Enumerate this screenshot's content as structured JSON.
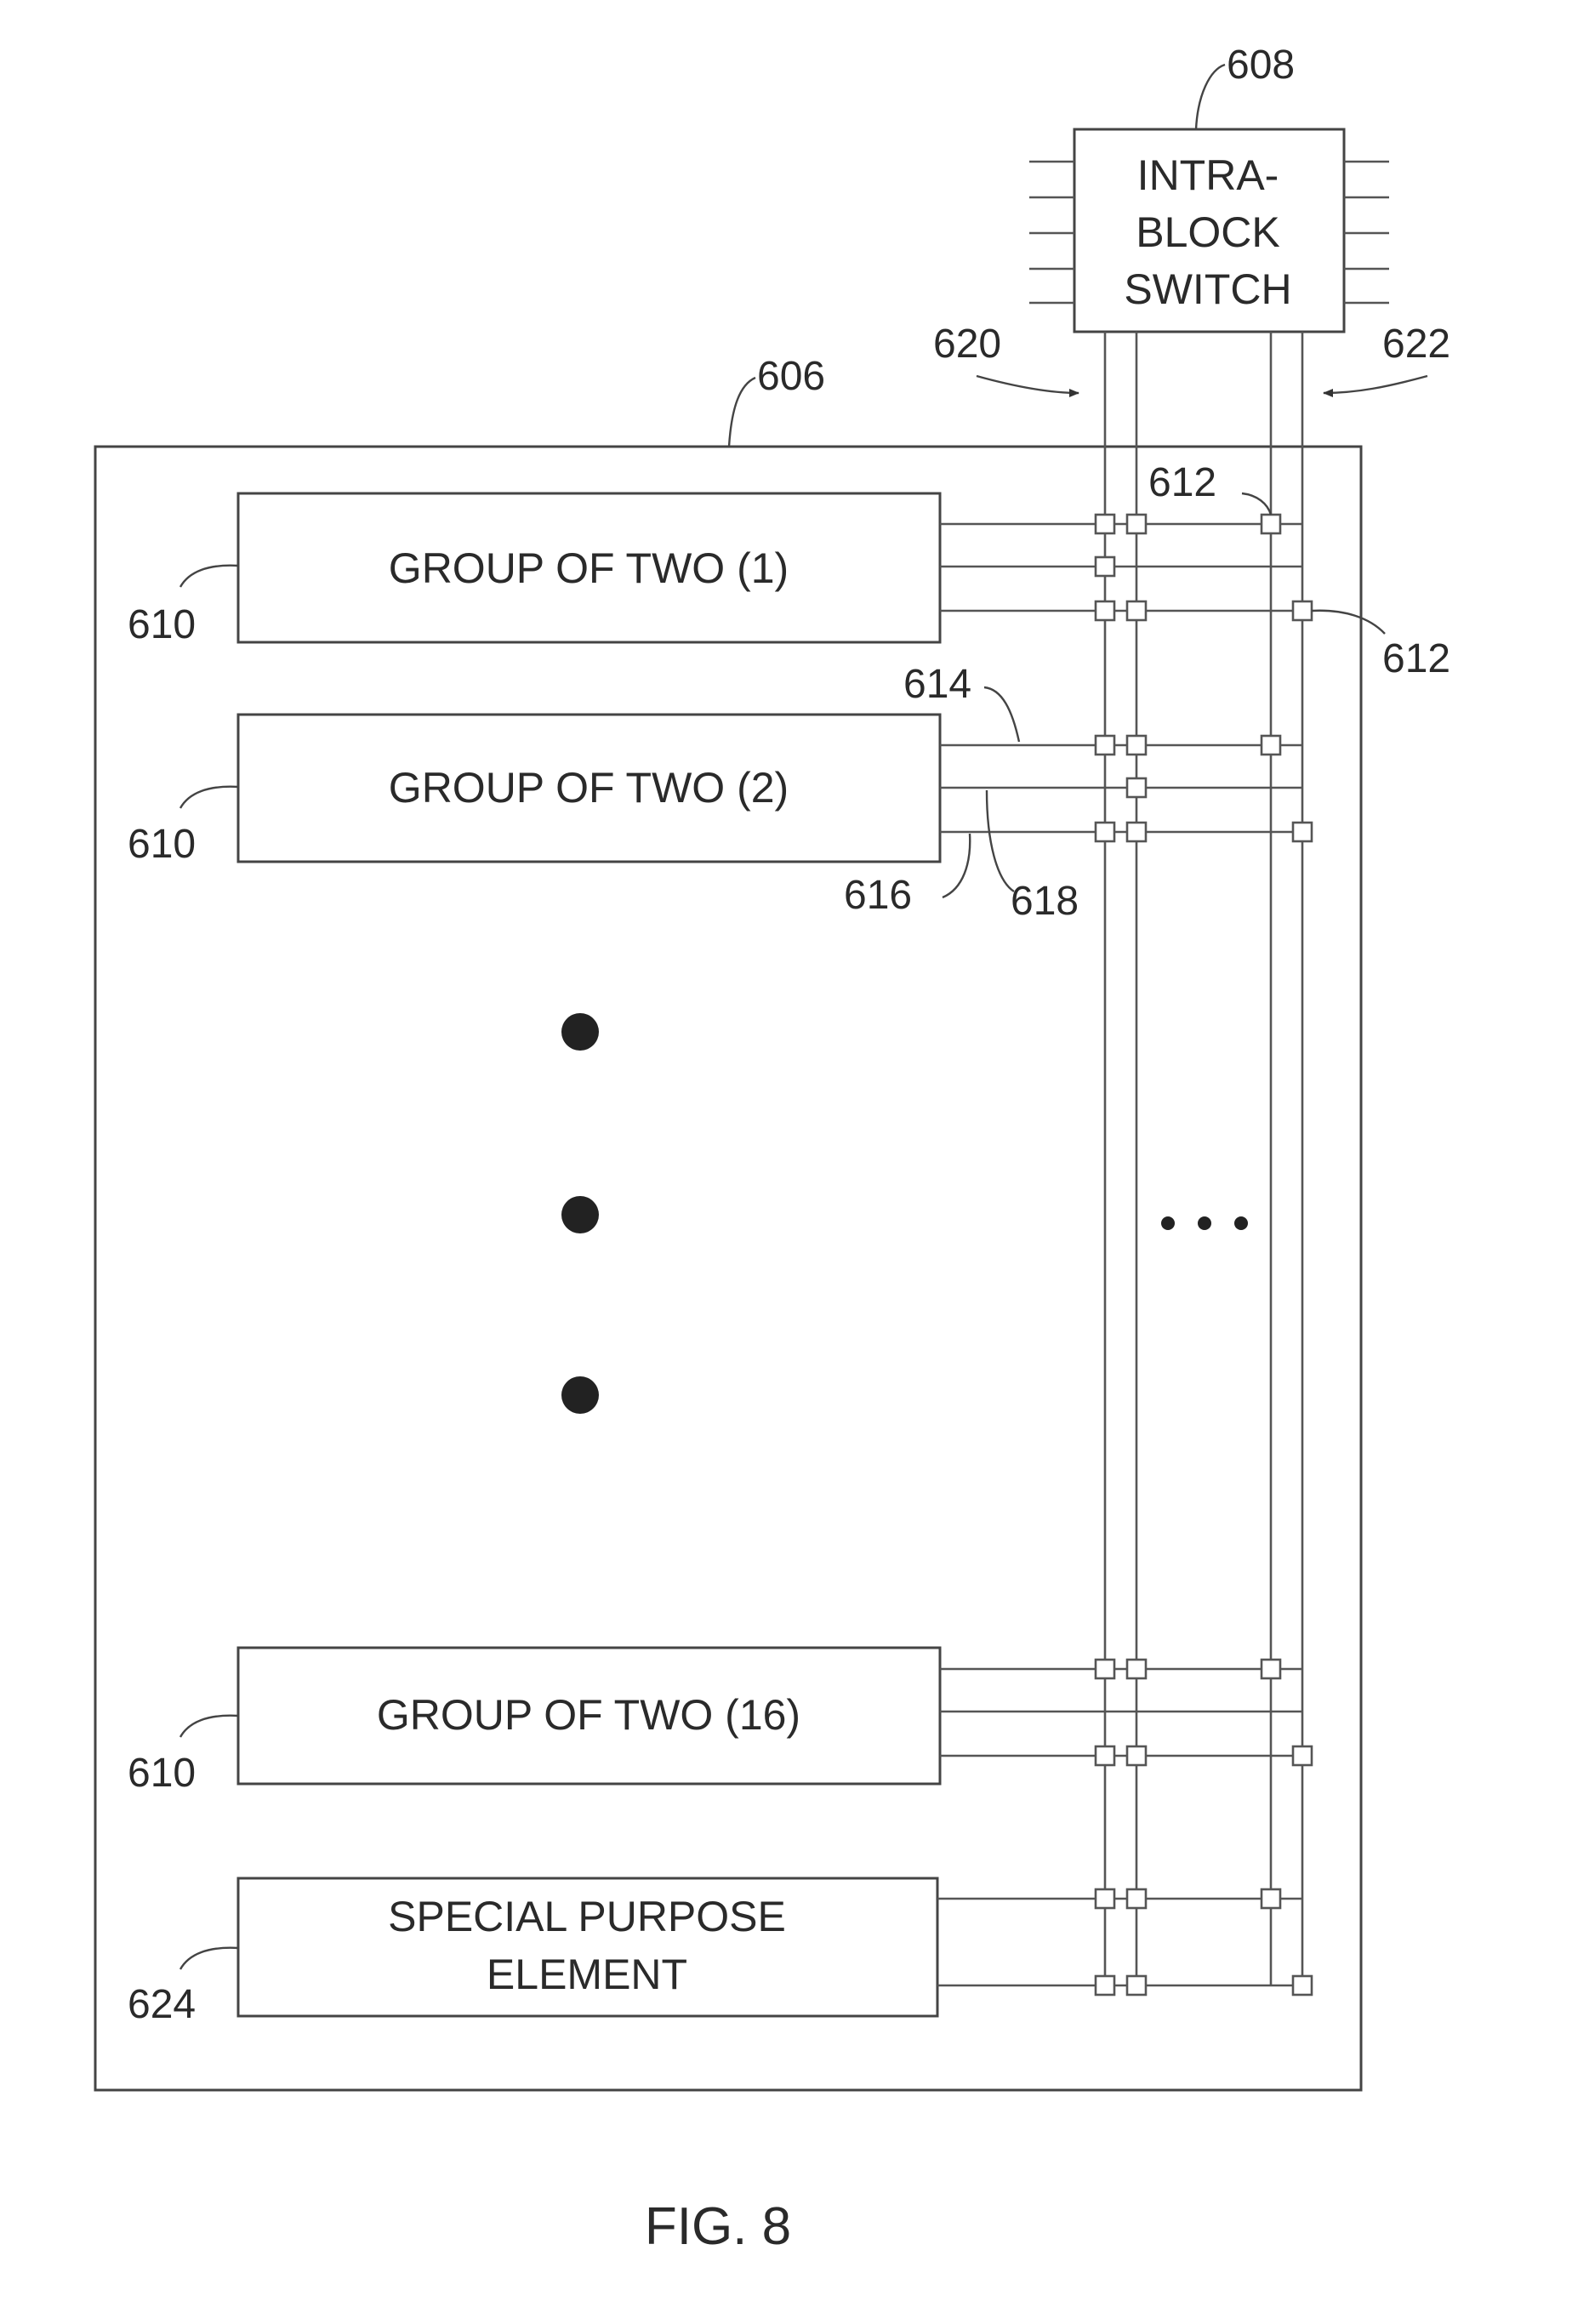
{
  "switch": {
    "ref": "608",
    "lines": [
      "INTRA-",
      "BLOCK",
      "SWITCH"
    ]
  },
  "block": {
    "ref": "606"
  },
  "bus_refs": {
    "left": "620",
    "right": "622"
  },
  "crosspoint_refs": {
    "top": "612",
    "side": "612"
  },
  "wire_refs": {
    "a": "614",
    "b": "616",
    "c": "618"
  },
  "groups": [
    {
      "label": "GROUP OF TWO (1)",
      "ref": "610"
    },
    {
      "label": "GROUP OF TWO (2)",
      "ref": "610"
    },
    {
      "label": "GROUP OF TWO (16)",
      "ref": "610"
    }
  ],
  "special": {
    "lines": [
      "SPECIAL PURPOSE",
      "ELEMENT"
    ],
    "ref": "624"
  },
  "caption": "FIG. 8",
  "colors": {
    "ink": "#2a2a2a",
    "line": "#555555",
    "background": "#ffffff"
  }
}
